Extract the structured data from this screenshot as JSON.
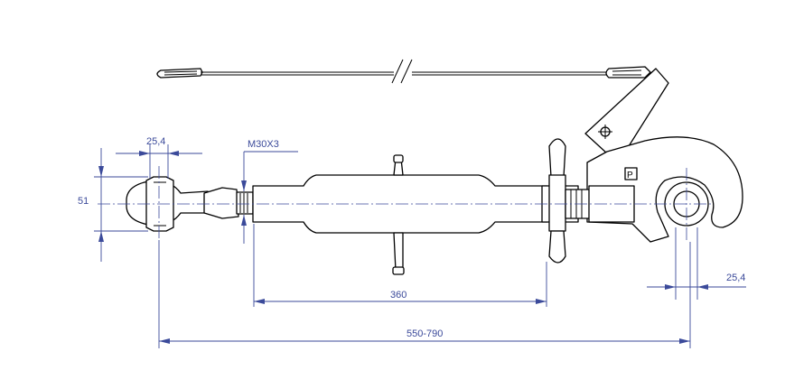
{
  "dimensions": {
    "pin_diameter_left": "25,4",
    "thread": "M30X3",
    "ball_width": "51",
    "body_length": "360",
    "total_length": "550-790",
    "pin_diameter_right": "25,4"
  },
  "colors": {
    "dimension": "#3b4a9a",
    "line": "#000000",
    "background": "#ffffff"
  },
  "symbols": {
    "hitch_marker": "P"
  }
}
